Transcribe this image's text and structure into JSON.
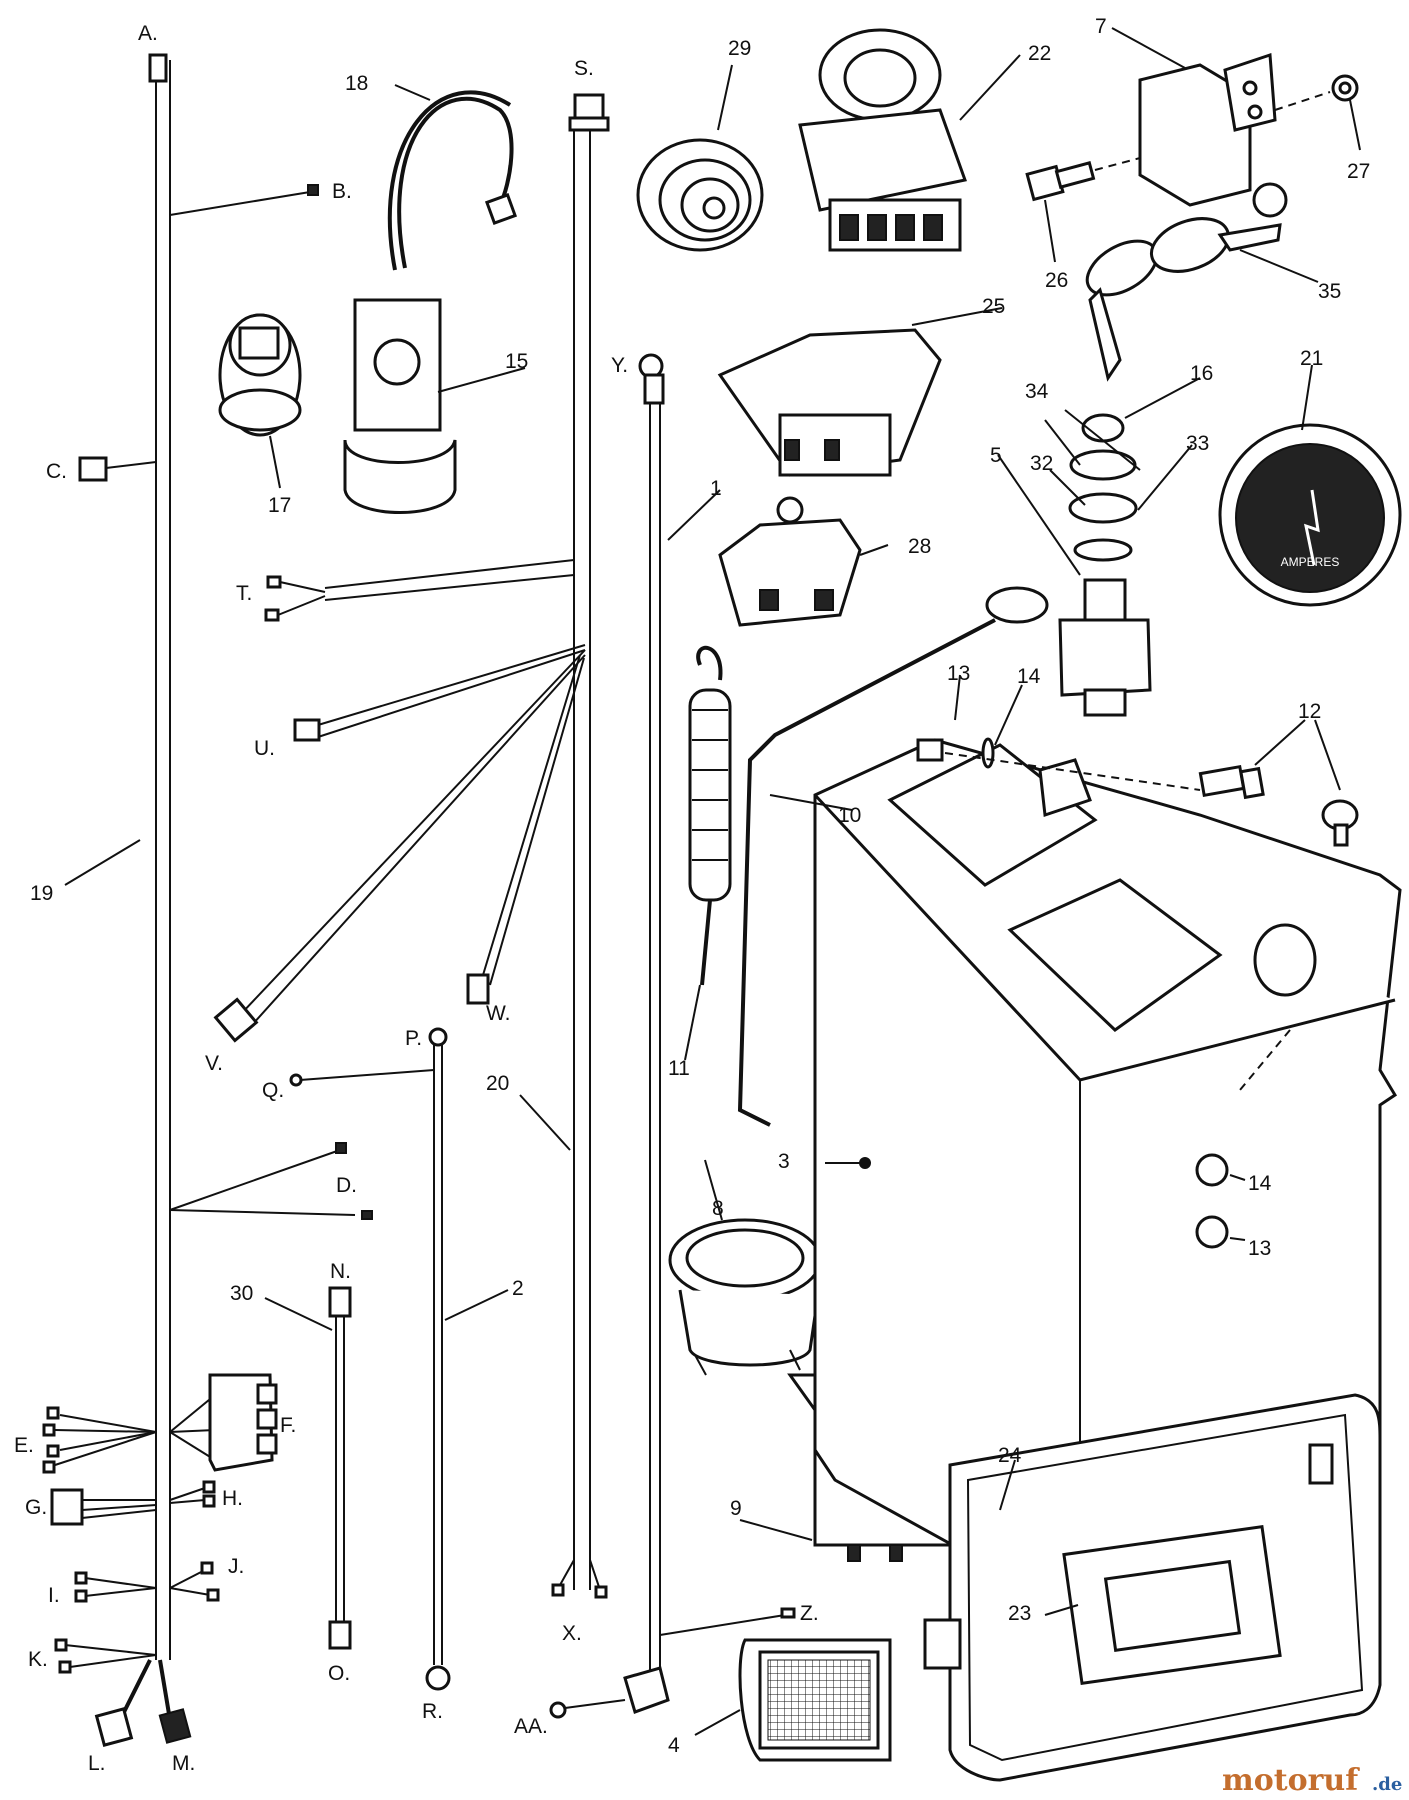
{
  "labels": {
    "A": "A.",
    "B": "B.",
    "C": "C.",
    "D": "D.",
    "E": "E.",
    "F": "F.",
    "G": "G.",
    "H": "H.",
    "I": "I.",
    "J": "J.",
    "K": "K.",
    "L": "L.",
    "M": "M.",
    "N": "N.",
    "O": "O.",
    "P": "P.",
    "Q": "Q.",
    "R": "R.",
    "S": "S.",
    "T": "T.",
    "U": "U.",
    "V": "V.",
    "W": "W.",
    "X": "X.",
    "Y": "Y.",
    "Z": "Z.",
    "AA": "AA.",
    "n1": "1",
    "n2": "2",
    "n3": "3",
    "n4": "4",
    "n5": "5",
    "n7": "7",
    "n8": "8",
    "n9": "9",
    "n10": "10",
    "n11": "11",
    "n12": "12",
    "n13a": "13",
    "n13b": "13",
    "n14a": "14",
    "n14b": "14",
    "n15": "15",
    "n16": "16",
    "n17": "17",
    "n18": "18",
    "n19": "19",
    "n20": "20",
    "n21": "21",
    "n22": "22",
    "n23": "23",
    "n24": "24",
    "n25": "25",
    "n26": "26",
    "n27": "27",
    "n28": "28",
    "n29": "29",
    "n30": "30",
    "n32": "32",
    "n33": "33",
    "n34": "34",
    "n35": "35"
  },
  "gauge_text": "AMPERES",
  "watermark": {
    "brand": "motoruf",
    "suffix": ".de"
  },
  "colors": {
    "line": "#111111",
    "watermark_brand": "#c46e2e",
    "watermark_suffix": "#2a5fa0"
  }
}
